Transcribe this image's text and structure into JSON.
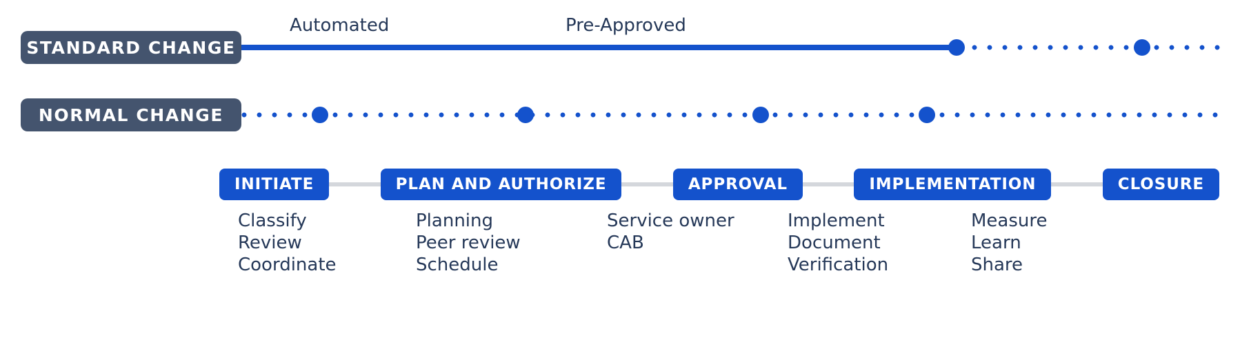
{
  "colors": {
    "navy_pill": "#44546E",
    "accent_blue": "#1452CC",
    "text_dark": "#253858",
    "connector_gray": "#D4D7DC",
    "background": "#FFFFFF"
  },
  "rows": [
    {
      "label": "STANDARD CHANGE",
      "captions": [
        "Automated",
        "Pre-Approved"
      ],
      "style": "solid-then-dotted"
    },
    {
      "label": "NORMAL CHANGE",
      "captions": [],
      "style": "dotted"
    }
  ],
  "captions": {
    "automated": "Automated",
    "pre_approved": "Pre-Approved"
  },
  "process": {
    "stages": [
      {
        "name": "INITIATE",
        "items": [
          "Classify",
          "Review",
          "Coordinate"
        ]
      },
      {
        "name": "PLAN AND AUTHORIZE",
        "items": [
          "Planning",
          "Peer review",
          "Schedule"
        ]
      },
      {
        "name": "APPROVAL",
        "items": [
          "Service owner",
          "CAB"
        ]
      },
      {
        "name": "IMPLEMENTATION",
        "items": [
          "Implement",
          "Document",
          "Verification"
        ]
      },
      {
        "name": "CLOSURE",
        "items": [
          "Measure",
          "Learn",
          "Share"
        ]
      }
    ]
  },
  "track_standard": {
    "solid_end_pct": 73,
    "milestones_pct": [
      73,
      92
    ]
  },
  "track_normal": {
    "milestones_pct": [
      8,
      29,
      53,
      70
    ]
  }
}
